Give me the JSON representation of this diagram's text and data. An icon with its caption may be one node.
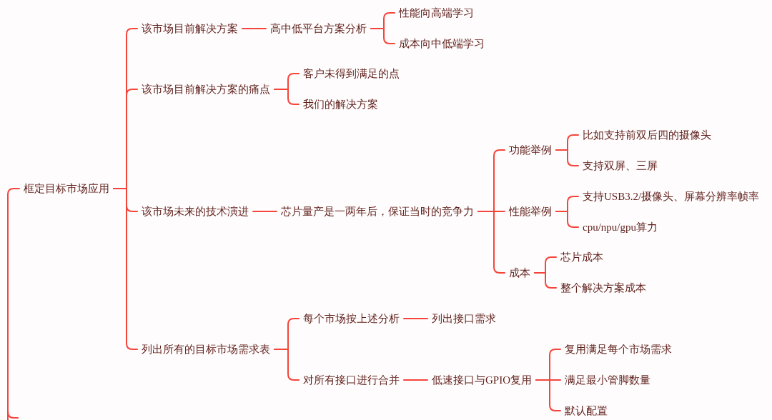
{
  "diagram": {
    "nodes": [
      {
        "text": [
          "框定目标市场应用"
        ]
      },
      {
        "text": [
          "该市场目前解决方案"
        ]
      },
      {
        "text": [
          "高中低平台方案分析"
        ]
      },
      {
        "text": [
          "性能向高端学习"
        ]
      },
      {
        "text": [
          "成本向中低端学习"
        ]
      },
      {
        "text": [
          "该市场目前解决方案的痛点"
        ]
      },
      {
        "text": [
          "客户未得到满足的点"
        ]
      },
      {
        "text": [
          "我们的解决方案"
        ]
      },
      {
        "text": [
          "该市场未来的技术演进"
        ]
      },
      {
        "text": [
          "芯片量产是一两年后，保证当时的竞争力"
        ]
      },
      {
        "text": [
          "功能举例"
        ]
      },
      {
        "text": [
          "比如支持前双后四的摄像头"
        ]
      },
      {
        "text": [
          "支持双屏、三屏"
        ]
      },
      {
        "text": [
          "性能举例"
        ]
      },
      {
        "text": [
          "支持USB3.2/摄像头、屏幕分辨率帧率"
        ]
      },
      {
        "text": [
          "cpu/npu/gpu算力"
        ]
      },
      {
        "text": [
          "成本"
        ]
      },
      {
        "text": [
          "芯片成本"
        ]
      },
      {
        "text": [
          "整个解决方案成本"
        ]
      },
      {
        "text": [
          "列出所有的目标市场需求表"
        ]
      },
      {
        "text": [
          "每个市场按上述分析"
        ]
      },
      {
        "text": [
          "列出接口需求"
        ]
      },
      {
        "text": [
          "对所有接口进行合并"
        ]
      },
      {
        "text": [
          "低速接口与GPIO复用"
        ]
      },
      {
        "text": [
          "复用满足每个市场需求"
        ]
      },
      {
        "text": [
          "满足最小管脚数量"
        ]
      },
      {
        "text": [
          "默认配置"
        ]
      }
    ],
    "edges": [
      {
        "from": null,
        "to": 0,
        "arrow": "none"
      },
      {
        "from": 0,
        "to": 1,
        "arrow": "none"
      },
      {
        "from": 0,
        "to": 5,
        "arrow": "none"
      },
      {
        "from": 0,
        "to": 8,
        "arrow": "none"
      },
      {
        "from": 0,
        "to": 19,
        "arrow": "none"
      },
      {
        "from": 1,
        "to": 2,
        "arrow": "none"
      },
      {
        "from": 2,
        "to": 3,
        "arrow": "none"
      },
      {
        "from": 2,
        "to": 4,
        "arrow": "none"
      },
      {
        "from": 5,
        "to": 6,
        "arrow": "none"
      },
      {
        "from": 5,
        "to": 7,
        "arrow": "none"
      },
      {
        "from": 8,
        "to": 9,
        "arrow": "none"
      },
      {
        "from": 9,
        "to": 10,
        "arrow": "none"
      },
      {
        "from": 9,
        "to": 13,
        "arrow": "none"
      },
      {
        "from": 9,
        "to": 16,
        "arrow": "none"
      },
      {
        "from": 10,
        "to": 11,
        "arrow": "none"
      },
      {
        "from": 10,
        "to": 12,
        "arrow": "none"
      },
      {
        "from": 13,
        "to": 14,
        "arrow": "none"
      },
      {
        "from": 13,
        "to": 15,
        "arrow": "none"
      },
      {
        "from": 16,
        "to": 17,
        "arrow": "none"
      },
      {
        "from": 16,
        "to": 18,
        "arrow": "none"
      },
      {
        "from": 19,
        "to": 20,
        "arrow": "none"
      },
      {
        "from": 19,
        "to": 22,
        "arrow": "none"
      },
      {
        "from": 20,
        "to": 21,
        "arrow": "none"
      },
      {
        "from": 22,
        "to": 23,
        "arrow": "none"
      },
      {
        "from": 23,
        "to": 24,
        "arrow": "none"
      },
      {
        "from": 23,
        "to": 25,
        "arrow": "none"
      },
      {
        "from": 23,
        "to": 26,
        "arrow": "none"
      }
    ]
  }
}
